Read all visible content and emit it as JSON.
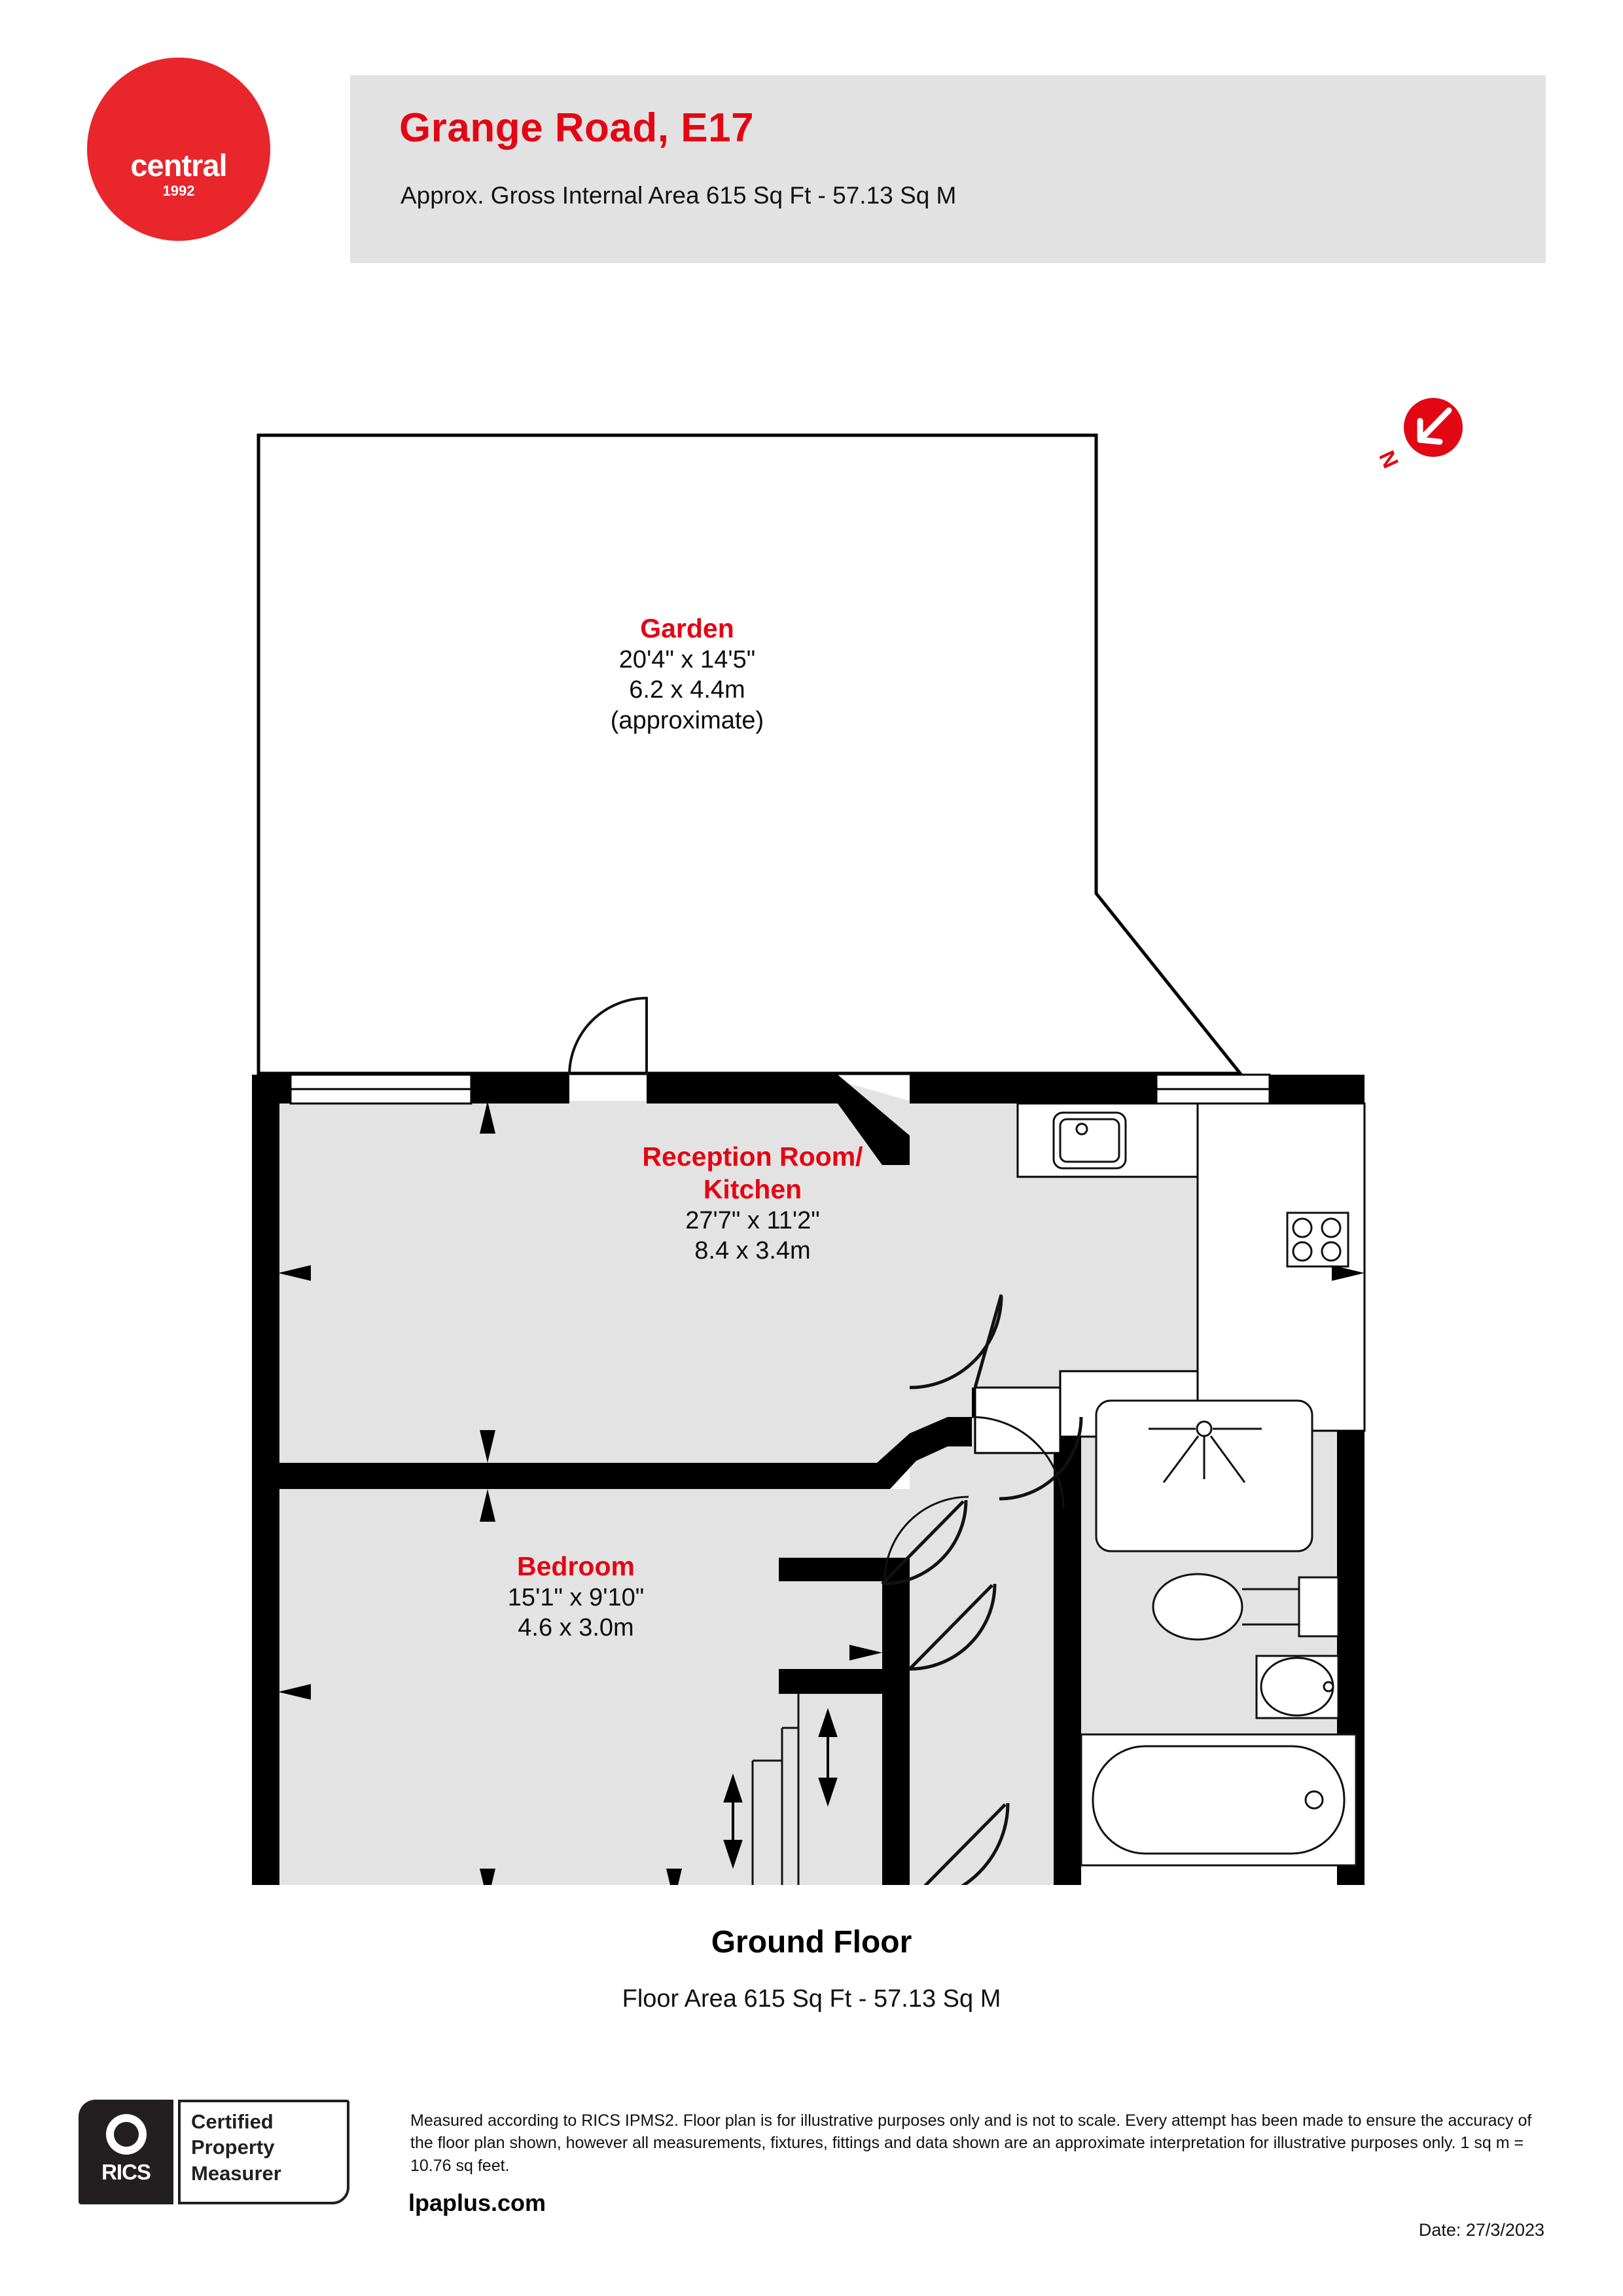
{
  "brand": {
    "logo_word": "central",
    "logo_year": "1992",
    "accent_color": "#e30613",
    "logo_color": "#e8262b",
    "header_band_color": "#e2e2e2"
  },
  "header": {
    "title": "Grange Road, E17",
    "subtitle": "Approx. Gross Internal Area 615 Sq Ft - 57.13 Sq M"
  },
  "compass": {
    "label": "N",
    "icon": "north-arrow-icon"
  },
  "rooms": [
    {
      "id": "garden",
      "name": "Garden",
      "dims_imperial": "20'4\" x 14'5\"",
      "dims_metric": "6.2 x 4.4m",
      "note": "(approximate)"
    },
    {
      "id": "reception",
      "name_line1": "Reception Room/",
      "name_line2": "Kitchen",
      "dims_imperial": "27'7\" x 11'2\"",
      "dims_metric": "8.4 x 3.4m"
    },
    {
      "id": "bedroom",
      "name": "Bedroom",
      "dims_imperial": "15'1\" x 9'10\"",
      "dims_metric": "4.6 x 3.0m"
    }
  ],
  "fixtures": [
    "kitchen-sink-icon",
    "hob-icon",
    "shower-icon",
    "toilet-icon",
    "basin-icon",
    "bath-icon",
    "stairs-icon",
    "entrance-arrow-icon"
  ],
  "floor": {
    "title": "Ground Floor",
    "area": "Floor Area 615 Sq Ft - 57.13 Sq M"
  },
  "rics": {
    "wordmark": "RICS",
    "line1": "Certified",
    "line2": "Property",
    "line3": "Measurer"
  },
  "footer": {
    "disclaimer": "Measured according to RICS IPMS2. Floor plan is for illustrative purposes only and is not to scale. Every attempt has been made to ensure the accuracy of the floor plan shown, however all measurements, fixtures, fittings and data shown are an approximate interpretation for illustrative purposes only. 1 sq m = 10.76 sq feet.",
    "website": "lpaplus.com",
    "date": "Date: 27/3/2023"
  }
}
